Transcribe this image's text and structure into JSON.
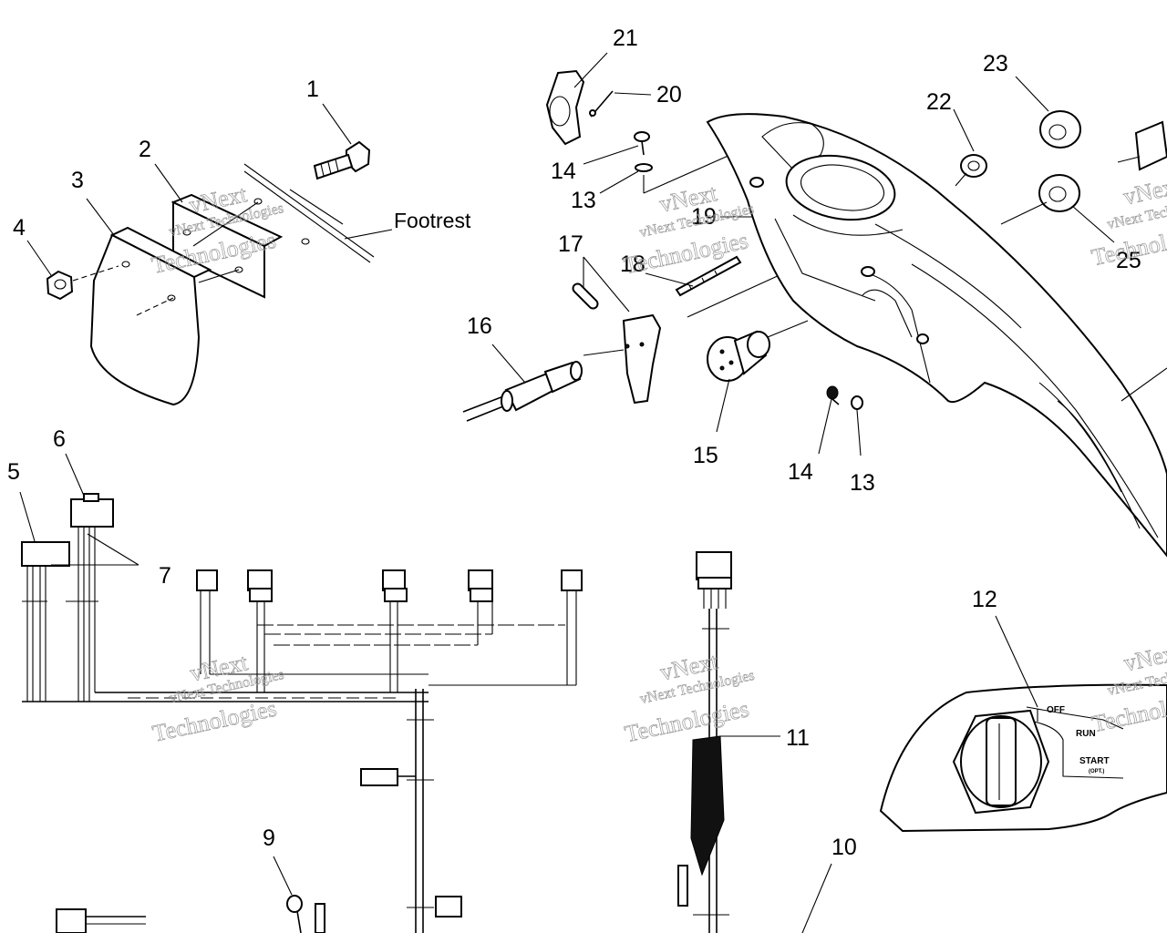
{
  "callouts": {
    "c1": "1",
    "c2": "2",
    "c3": "3",
    "c4": "4",
    "c5": "5",
    "c6": "6",
    "c7": "7",
    "c9": "9",
    "c10": "10",
    "c11": "11",
    "c12": "12",
    "c13a": "13",
    "c13b": "13",
    "c14a": "14",
    "c14b": "14",
    "c15": "15",
    "c16": "16",
    "c17": "17",
    "c18": "18",
    "c19": "19",
    "c20": "20",
    "c21": "21",
    "c22": "22",
    "c23": "23",
    "c25": "25"
  },
  "labels": {
    "footrest": "Footrest"
  },
  "switch": {
    "off": "OFF",
    "run": "RUN",
    "start": "START",
    "opt": "(OPT.)"
  },
  "watermark": {
    "line1": "vNext Technologies",
    "line2": "vNext",
    "line3": "Technologies"
  }
}
